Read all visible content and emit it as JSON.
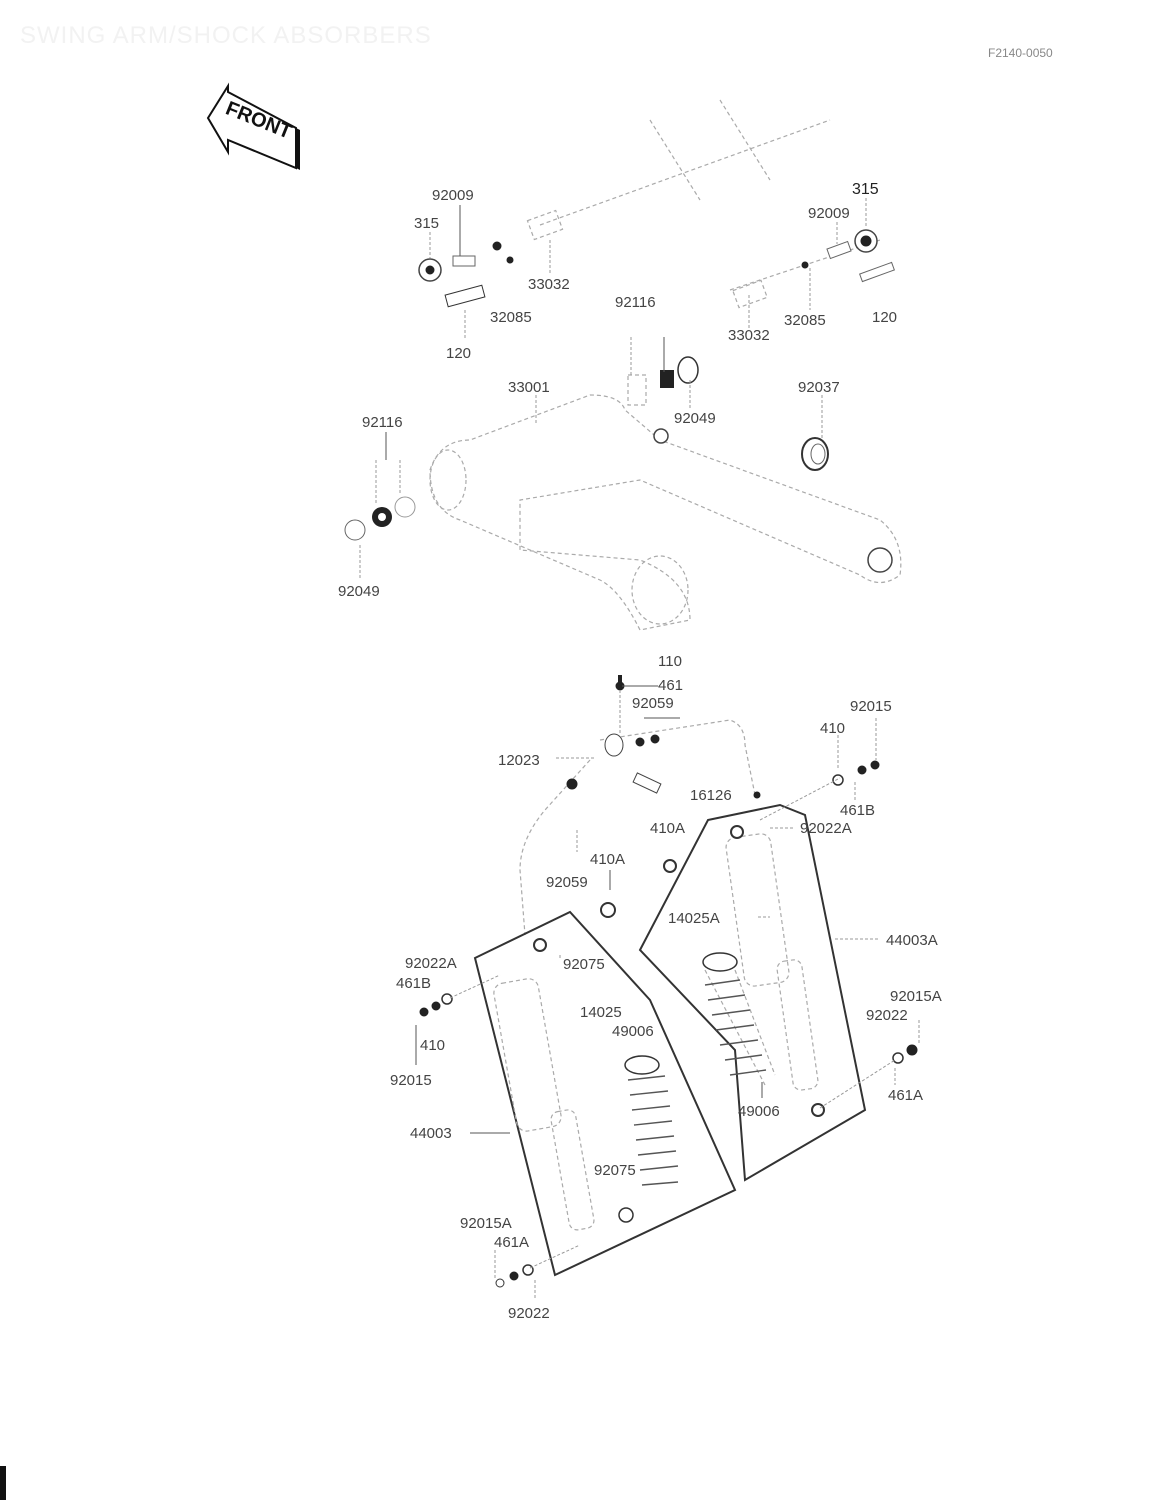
{
  "page": {
    "title": "SWING ARM/SHOCK ABSORBERS",
    "code": "F2140-0050",
    "front_sign": "FRONT"
  },
  "labels": {
    "upper": {
      "l92009a": "92009",
      "l315a": "315",
      "l33032a": "33032",
      "l32085a": "32085",
      "l120a": "120",
      "l315b": "315",
      "l92009b": "92009",
      "l32085b": "32085",
      "l120b": "120",
      "l33032b": "33032",
      "l92116a": "92116"
    },
    "swingarm": {
      "l33001": "33001",
      "l92049a": "92049",
      "l92037": "92037",
      "l92116b": "92116",
      "l92049b": "92049"
    },
    "shocks": {
      "l110": "110",
      "l461": "461",
      "l92059a": "92059",
      "l92015a": "92015",
      "l410a": "410",
      "l12023": "12023",
      "l16126": "16126",
      "l461B_r": "461B",
      "l410A_a": "410A",
      "l92022A_r": "92022A",
      "l410A_b": "410A",
      "l92059b": "92059",
      "l14025A": "14025A",
      "l44003A": "44003A",
      "l92022A_l": "92022A",
      "l461B_l": "461B",
      "l92075a": "92075",
      "l14025": "14025",
      "l49006a": "49006",
      "l92015A_r": "92015A",
      "l92022_r": "92022",
      "l410b": "410",
      "l92015b": "92015",
      "l49006b": "49006",
      "l461A_r": "461A",
      "l44003": "44003",
      "l92075b": "92075",
      "l92015A_l": "92015A",
      "l461A_l": "461A",
      "l92022_l": "92022"
    }
  }
}
